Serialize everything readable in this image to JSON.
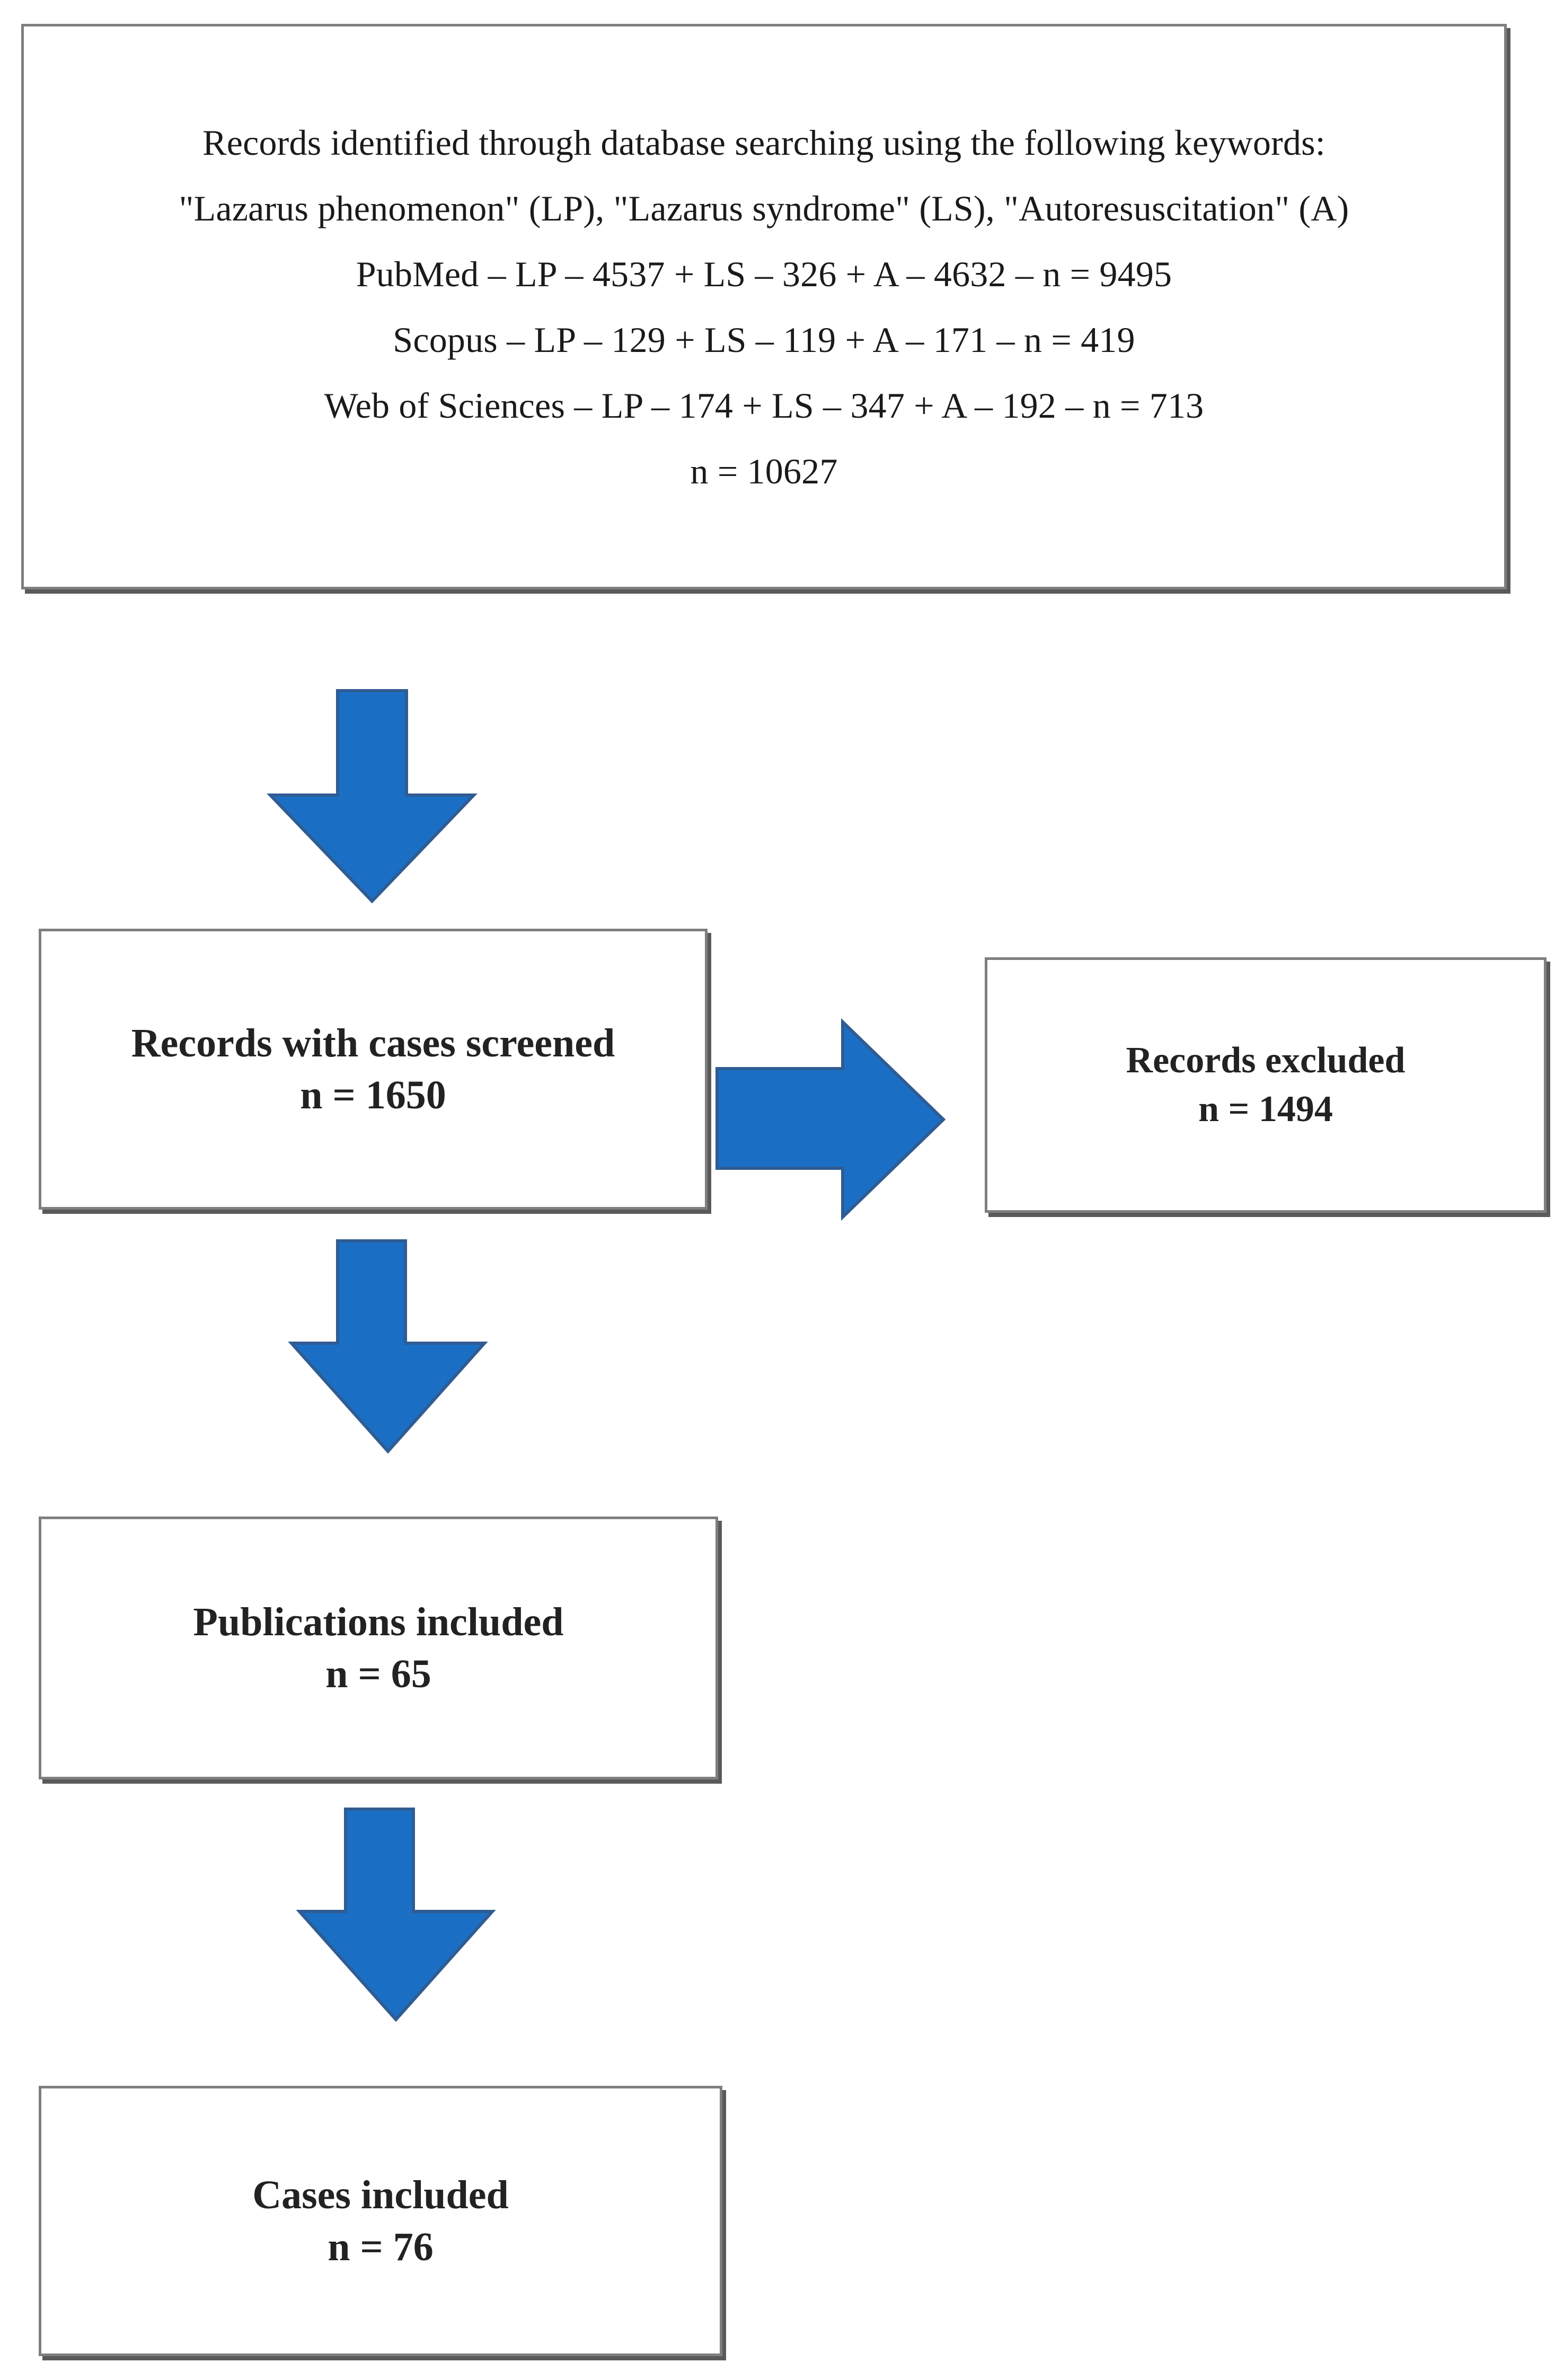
{
  "colors": {
    "arrow_fill": "#1a6fc4",
    "arrow_stroke": "#2f5c93",
    "box_border": "#7f7f7f",
    "text": "#1a1a1a"
  },
  "identification": {
    "lines": [
      "Records identified through database searching using the following keywords:",
      "\"Lazarus phenomenon\" (LP), \"Lazarus syndrome\" (LS), \"Autoresuscitation\" (A)",
      "PubMed – LP – 4537 + LS – 326 + A – 4632 – n = 9495",
      "Scopus – LP – 129 + LS – 119 + A – 171 – n = 419",
      "Web of Sciences – LP – 174 + LS – 347 + A – 192 – n = 713",
      "n = 10627"
    ]
  },
  "screened": {
    "label": "Records with cases screened",
    "count": "n = 1650"
  },
  "excluded": {
    "label": "Records excluded",
    "count": "n = 1494"
  },
  "publications": {
    "label": "Publications included",
    "count": "n = 65"
  },
  "cases": {
    "label": "Cases included",
    "count": "n = 76"
  }
}
